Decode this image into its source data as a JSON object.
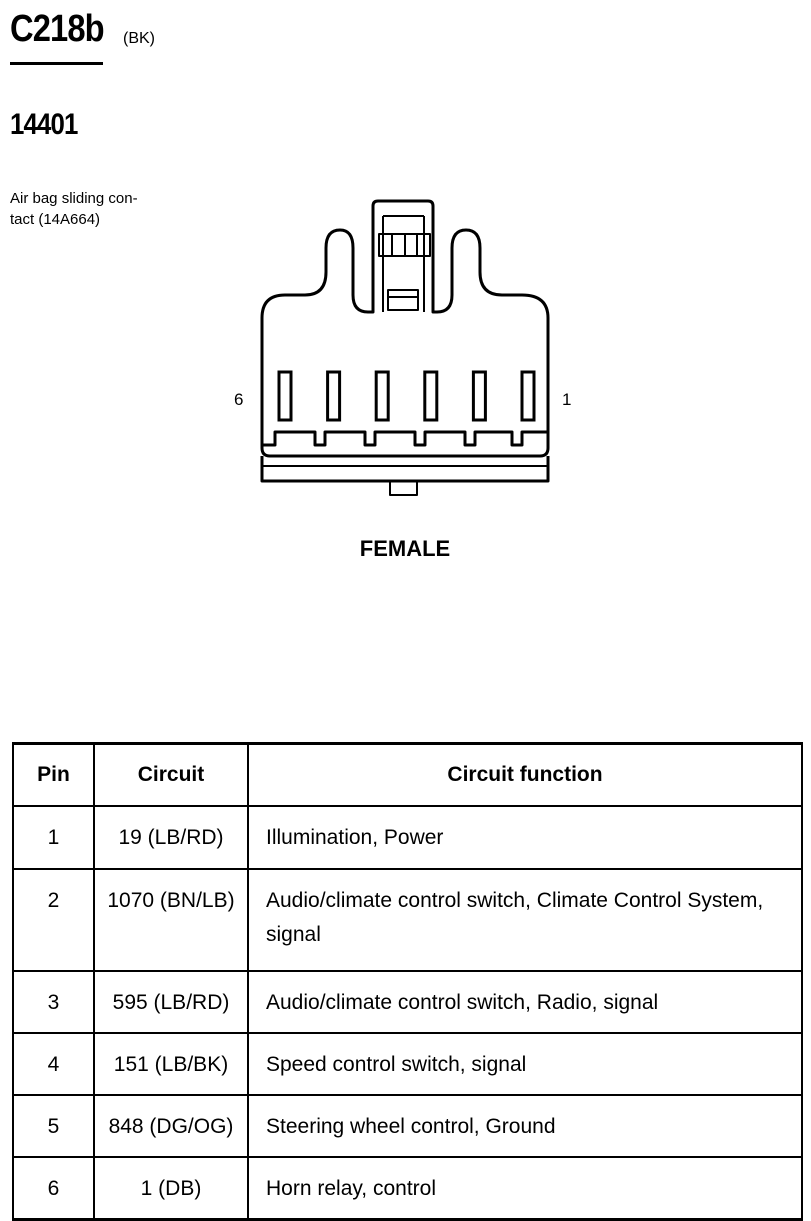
{
  "header": {
    "connector_id": "C218b",
    "color_code": "(BK)",
    "part_number": "14401",
    "description_line1": "Air bag sliding con-",
    "description_line2": "tact (14A664)"
  },
  "diagram": {
    "view_label": "FEMALE",
    "pin_left_label": "6",
    "pin_right_label": "1",
    "pin_count": 6
  },
  "table": {
    "headers": [
      "Pin",
      "Circuit",
      "Circuit function"
    ],
    "rows": [
      {
        "pin": "1",
        "circuit": "19 (LB/RD)",
        "function": "Illumination, Power"
      },
      {
        "pin": "2",
        "circuit": "1070 (BN/LB)",
        "function": "Audio/climate control switch, Climate Control System, signal"
      },
      {
        "pin": "3",
        "circuit": "595 (LB/RD)",
        "function": "Audio/climate control switch, Radio, signal"
      },
      {
        "pin": "4",
        "circuit": "151 (LB/BK)",
        "function": "Speed control switch, signal"
      },
      {
        "pin": "5",
        "circuit": "848 (DG/OG)",
        "function": "Steering wheel control, Ground"
      },
      {
        "pin": "6",
        "circuit": "1 (DB)",
        "function": "Horn relay, control"
      }
    ]
  }
}
